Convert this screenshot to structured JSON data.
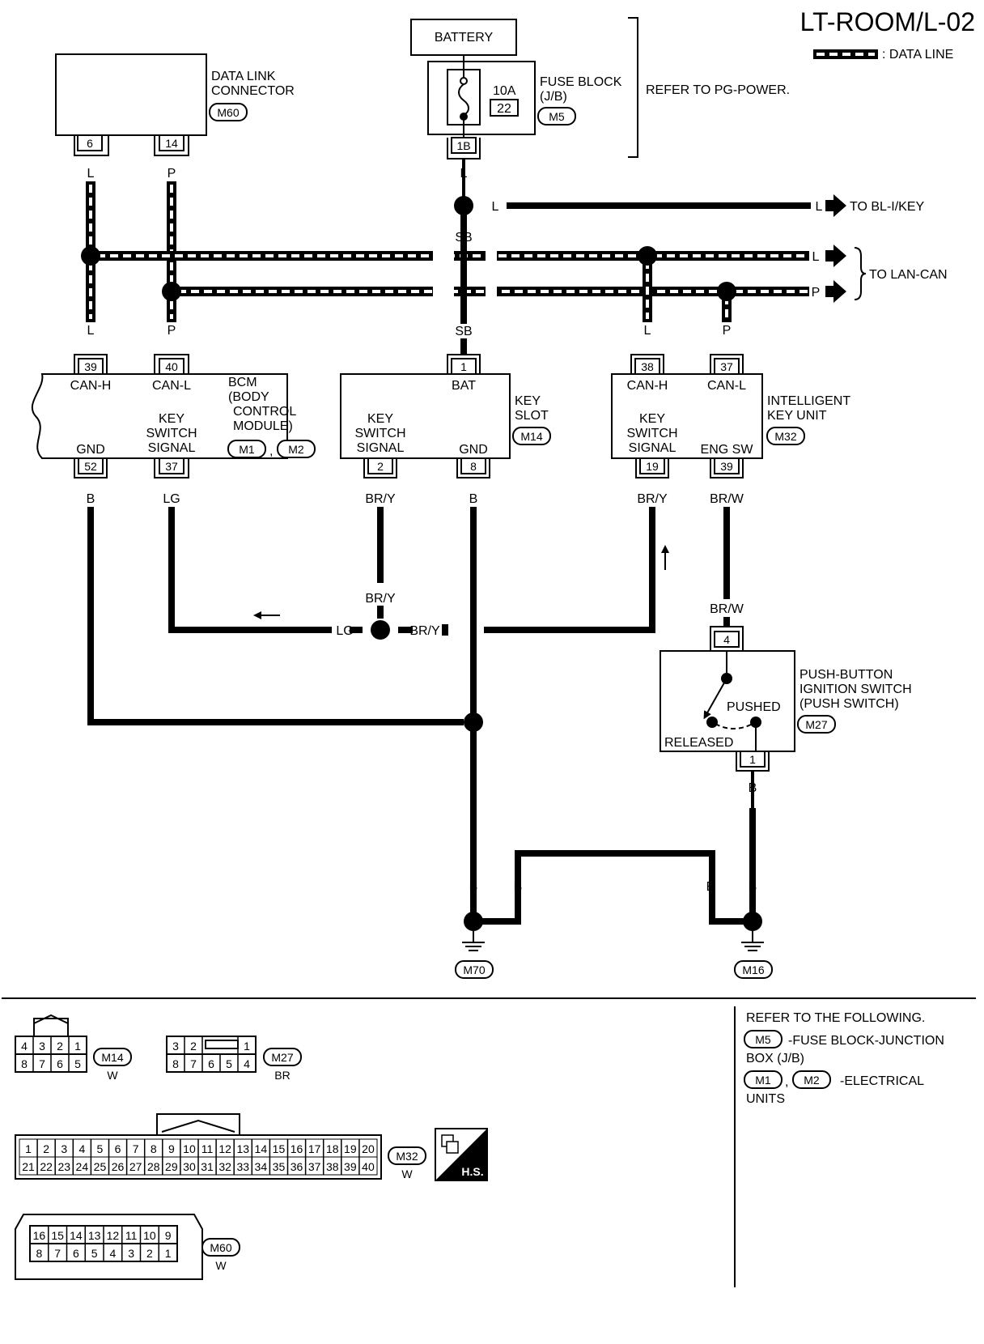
{
  "page_title": "LT-ROOM/L-02",
  "legend": {
    "data_line": ": DATA LINE"
  },
  "refer_pg_power": "REFER TO PG-POWER.",
  "battery": "BATTERY",
  "fuse_block": {
    "l1": "FUSE BLOCK",
    "l2": "(J/B)",
    "conn": "M5",
    "amp": "10A",
    "num": "22",
    "pin": "1B"
  },
  "dlc": {
    "l1": "DATA LINK",
    "l2": "CONNECTOR",
    "conn": "M60",
    "pin_a": "6",
    "pin_b": "14"
  },
  "wire_colors": {
    "L": "L",
    "P": "P",
    "SB": "SB",
    "B": "B",
    "LG": "LG",
    "BRY": "BR/Y",
    "BRW": "BR/W"
  },
  "to_bl": "TO BL-I/KEY",
  "to_lan": "TO LAN-CAN",
  "bcm": {
    "l1": "BCM",
    "l2": "(BODY",
    "l3": "CONTROL",
    "l4": "MODULE)",
    "conn1": "M1",
    "conn2": "M2",
    "sep": ",",
    "pin_canh": "39",
    "pin_canl": "40",
    "pin_gnd": "52",
    "pin_ks": "37",
    "canh": "CAN-H",
    "canl": "CAN-L",
    "gnd": "GND",
    "ks1": "KEY",
    "ks2": "SWITCH",
    "ks3": "SIGNAL"
  },
  "key_slot": {
    "l1": "KEY",
    "l2": "SLOT",
    "conn": "M14",
    "pin_bat": "1",
    "pin_ks": "2",
    "pin_gnd": "8",
    "bat": "BAT",
    "gnd": "GND",
    "ks1": "KEY",
    "ks2": "SWITCH",
    "ks3": "SIGNAL"
  },
  "iku": {
    "l1": "INTELLIGENT",
    "l2": "KEY UNIT",
    "conn": "M32",
    "pin_canh": "38",
    "pin_canl": "37",
    "pin_ks": "19",
    "pin_eng": "39",
    "canh": "CAN-H",
    "canl": "CAN-L",
    "ks1": "KEY",
    "ks2": "SWITCH",
    "ks3": "SIGNAL",
    "eng": "ENG SW"
  },
  "push": {
    "l1": "PUSH-BUTTON",
    "l2": "IGNITION SWITCH",
    "l3": "(PUSH SWITCH)",
    "conn": "M27",
    "pin_top": "4",
    "pin_bot": "1",
    "pushed": "PUSHED",
    "released": "RELEASED"
  },
  "grounds": {
    "g1": "M70",
    "g2": "M16"
  },
  "connectors": {
    "m14": {
      "conn": "M14",
      "color": "W",
      "row1": [
        "4",
        "3",
        "2",
        "1"
      ],
      "row2": [
        "8",
        "7",
        "6",
        "5"
      ]
    },
    "m27": {
      "conn": "M27",
      "color": "BR",
      "row1": [
        "3",
        "2",
        "1"
      ],
      "row2": [
        "8",
        "7",
        "6",
        "5",
        "4"
      ]
    },
    "m32": {
      "conn": "M32",
      "color": "W",
      "row1": [
        "1",
        "2",
        "3",
        "4",
        "5",
        "6",
        "7",
        "8",
        "9",
        "10",
        "11",
        "12",
        "13",
        "14",
        "15",
        "16",
        "17",
        "18",
        "19",
        "20"
      ],
      "row2": [
        "21",
        "22",
        "23",
        "24",
        "25",
        "26",
        "27",
        "28",
        "29",
        "30",
        "31",
        "32",
        "33",
        "34",
        "35",
        "36",
        "37",
        "38",
        "39",
        "40"
      ]
    },
    "m60": {
      "conn": "M60",
      "color": "W",
      "row1": [
        "16",
        "15",
        "14",
        "13",
        "12",
        "11",
        "10",
        "9"
      ],
      "row2": [
        "8",
        "7",
        "6",
        "5",
        "4",
        "3",
        "2",
        "1"
      ]
    },
    "hs": "H.S."
  },
  "refer": {
    "title": "REFER TO THE FOLLOWING.",
    "m5": "M5",
    "m5_text": "-FUSE BLOCK-JUNCTION",
    "m5_text2": "BOX (J/B)",
    "m1": "M1",
    "sep": ",",
    "m2": "M2",
    "m12_text": "-ELECTRICAL",
    "m12_text2": "UNITS"
  }
}
